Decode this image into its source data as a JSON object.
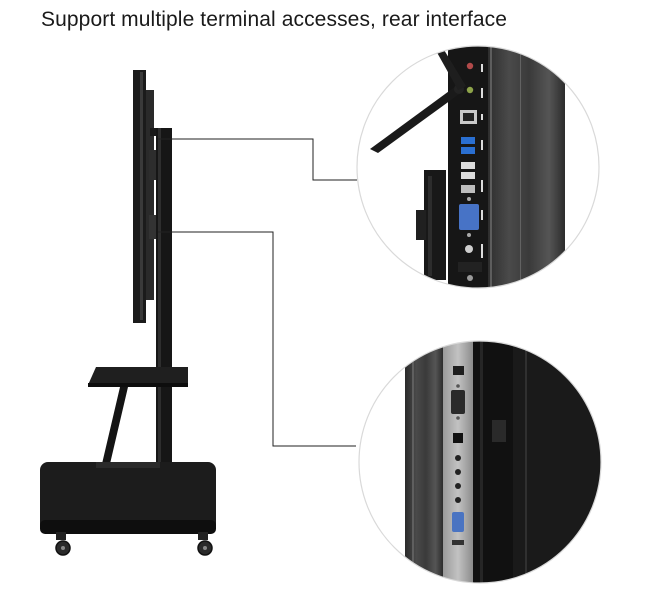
{
  "headline": "Support multiple terminal accesses, rear interface",
  "components": {
    "stand": "mobile-tv-stand",
    "upper_zoom": "rear-io-panel-computer-module",
    "lower_zoom": "side-io-panel-display"
  },
  "colors": {
    "background": "#ffffff",
    "metal": "#141414",
    "callout_line": "#222222",
    "circle_border": "#d9d9d9"
  }
}
